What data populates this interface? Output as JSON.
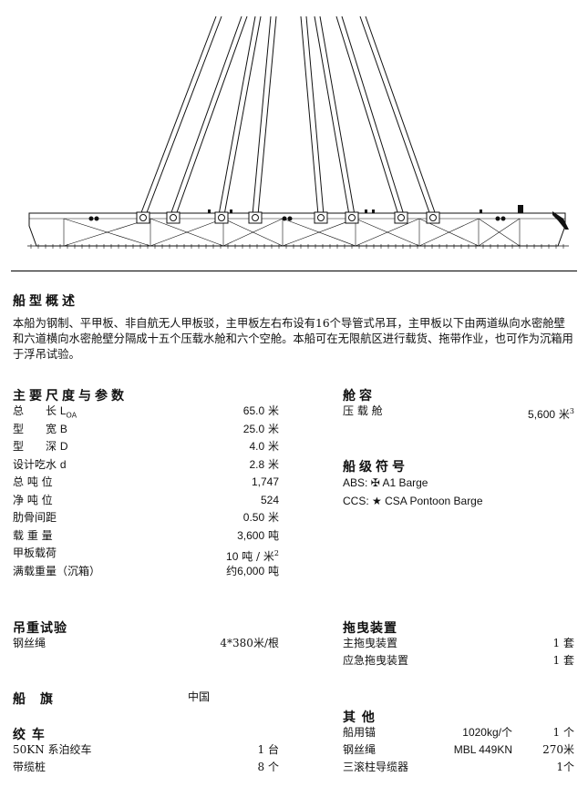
{
  "overview": {
    "title": "船型概述",
    "text": "本船为钢制、平甲板、非自航无人甲板驳，主甲板左右布设有16个导管式吊耳，主甲板以下由两道纵向水密舱壁和六道横向水密舱壁分隔成十五个压载水舱和六个空舱。本船可在无限航区进行载货、拖带作业，也可作为沉箱用于浮吊试验。"
  },
  "dimensions": {
    "title": "主要尺度与参数",
    "rows": [
      {
        "label": "总　　长",
        "sym": "L",
        "sub": "OA",
        "value": "65.0",
        "unit": "米"
      },
      {
        "label": "型　　宽",
        "sym": "B",
        "value": "25.0",
        "unit": "米"
      },
      {
        "label": "型　　深",
        "sym": "D",
        "value": "4.0",
        "unit": "米"
      },
      {
        "label": "设计吃水",
        "sym": "d",
        "value": "2.8",
        "unit": "米"
      },
      {
        "label": "总 吨 位",
        "value": "1,747"
      },
      {
        "label": "净 吨 位",
        "value": "524"
      },
      {
        "label": "肋骨间距",
        "value": "0.50",
        "unit": "米"
      },
      {
        "label": "载 重 量",
        "value": "3,600",
        "unit": "吨"
      },
      {
        "label": "甲板载荷",
        "value": "10",
        "unit": "吨 / 米",
        "sup": "2"
      },
      {
        "label": "满载重量（沉箱）",
        "value": "约6,000",
        "unit": "吨"
      }
    ]
  },
  "capacity": {
    "title": "舱容",
    "label": "压 载 舱",
    "value": "5,600",
    "unit": "米",
    "sup": "3"
  },
  "class_notation": {
    "title": "船级符号",
    "abs_label": "ABS:",
    "abs_symbol": "✠",
    "abs_text": "A1 Barge",
    "ccs_label": "CCS:",
    "ccs_symbol": "★",
    "ccs_text": "CSA Pontoon Barge"
  },
  "lifting_test": {
    "title": "吊重试验",
    "label": "钢丝绳",
    "value": "4*380米/根"
  },
  "towing": {
    "title": "拖曳装置",
    "rows": [
      {
        "label": "主拖曳装置",
        "value": "1 套"
      },
      {
        "label": "应急拖曳装置",
        "value": "1 套"
      }
    ]
  },
  "flag": {
    "title": "船　旗",
    "value": "中国"
  },
  "winch": {
    "title": "绞 车",
    "rows": [
      {
        "label": "50KN 系泊绞车",
        "value": "1 台"
      },
      {
        "label": "带缆桩",
        "value": "8 个"
      }
    ]
  },
  "other": {
    "title": "其 他",
    "rows": [
      {
        "label": "船用锚",
        "spec": "1020kg/个",
        "value": "1 个"
      },
      {
        "label": "钢丝绳",
        "spec": "MBL 449KN",
        "value": "270米"
      },
      {
        "label": "三滚柱导缆器",
        "spec": "",
        "value": "1个"
      }
    ]
  },
  "colors": {
    "ink": "#111111",
    "background": "#ffffff"
  }
}
